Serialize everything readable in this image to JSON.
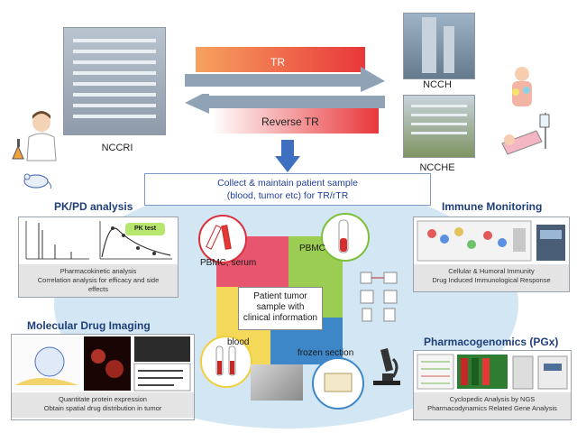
{
  "arrows": {
    "tr": "TR",
    "reverse_tr": "Reverse  TR"
  },
  "buildings": {
    "nccri": "NCCRI",
    "ncch": "NCCH",
    "ncche": "NCCHE"
  },
  "collect": {
    "line1": "Collect & maintain patient sample",
    "line2": "(blood, tumor etc) for TR/rTR"
  },
  "pkpd": {
    "title": "PK/PD analysis",
    "badge": "PK test",
    "caption1": "Pharmacokinetic  analysis",
    "caption2": "Correlation  analysis for efficacy and side",
    "caption3": "effects"
  },
  "immune": {
    "title": "Immune Monitoring",
    "caption1": "Cellular & Humoral Immunity",
    "caption2": "Drug Induced Immunological Response"
  },
  "imaging": {
    "title": "Molecular Drug Imaging",
    "caption1": "Quantitate protein expression",
    "caption2": "Obtain spatial drug distribution in tumor"
  },
  "pgx": {
    "title": "Pharmacogenomics (PGx)",
    "caption1": "Cyclopedic Analysis by NGS",
    "caption2": "Pharmacodynamics Related Gene Analysis"
  },
  "center": {
    "line1": "Patient tumor",
    "line2": "sample with",
    "line3": "clinical information",
    "pbmc_serum": "PBMC, serum",
    "pbmc": "PBMC",
    "blood": "blood",
    "frozen": "frozen section"
  },
  "colors": {
    "tr_gradient_start": "#f7a25f",
    "tr_gradient_end": "#e8373a",
    "arrow_gray": "#8fa3b5",
    "down_arrow": "#3e6fc1",
    "piece_red": "#e8556e",
    "piece_green": "#9bcd52",
    "piece_blue": "#3d86c8",
    "piece_yellow": "#f3d85a"
  }
}
